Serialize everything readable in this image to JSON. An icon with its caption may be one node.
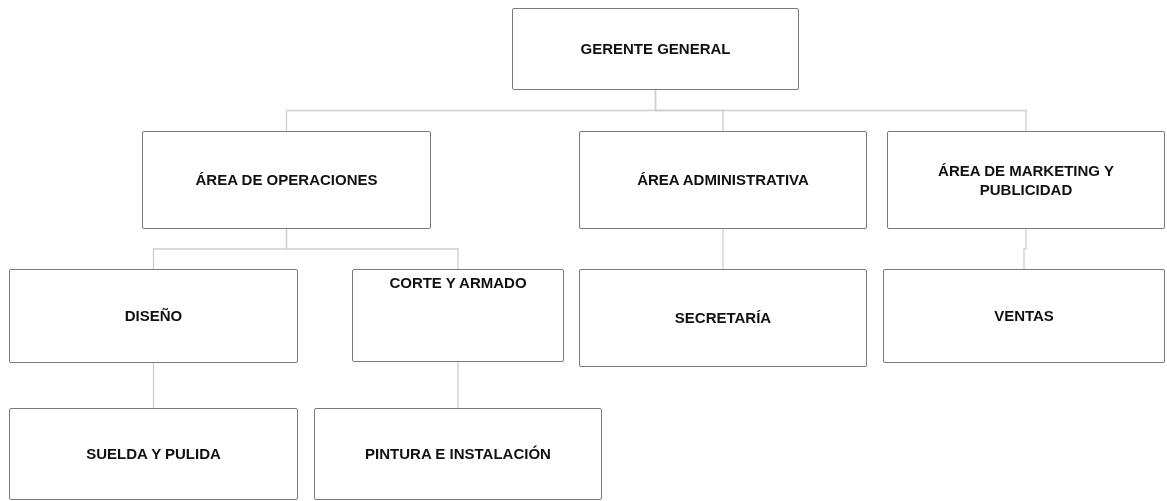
{
  "diagram": {
    "nodes": [
      {
        "text": [
          "GERENTE GENERAL"
        ]
      },
      {
        "text": [
          "ÁREA DE OPERACIONES"
        ]
      },
      {
        "text": [
          "ÁREA ADMINISTRATIVA"
        ]
      },
      {
        "text": [
          "ÁREA DE MARKETING Y PUBLICIDAD"
        ]
      },
      {
        "text": [
          "DISEÑO"
        ]
      },
      {
        "text": [
          "CORTE Y ARMADO"
        ]
      },
      {
        "text": [
          "SECRETARÍA"
        ]
      },
      {
        "text": [
          "VENTAS"
        ]
      },
      {
        "text": [
          "SUELDA Y PULIDA"
        ]
      },
      {
        "text": [
          "PINTURA E INSTALACIÓN"
        ]
      }
    ],
    "edges": [
      {
        "from": 0,
        "to": 1,
        "arrow": "none"
      },
      {
        "from": 0,
        "to": 2,
        "arrow": "none"
      },
      {
        "from": 0,
        "to": 3,
        "arrow": "none"
      },
      {
        "from": 1,
        "to": 4,
        "arrow": "none"
      },
      {
        "from": 1,
        "to": 5,
        "arrow": "none"
      },
      {
        "from": 2,
        "to": 6,
        "arrow": "none"
      },
      {
        "from": 3,
        "to": 7,
        "arrow": "none"
      },
      {
        "from": 4,
        "to": 8,
        "arrow": "none"
      },
      {
        "from": 5,
        "to": 9,
        "arrow": "none"
      }
    ]
  }
}
